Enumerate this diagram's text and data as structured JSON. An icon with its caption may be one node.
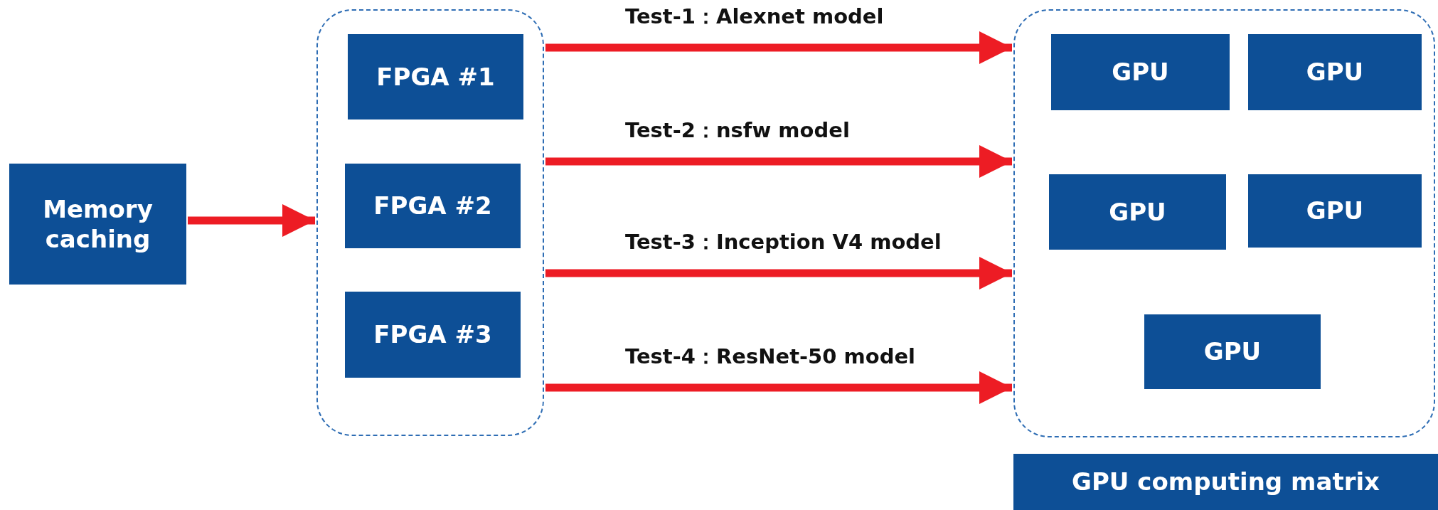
{
  "diagram": {
    "nodes": [
      {
        "text": [
          "Memory caching"
        ]
      },
      {
        "text": [],
        "shape": "box"
      },
      {
        "text": [
          "FPGA #1"
        ],
        "in": 1
      },
      {
        "text": [
          "FPGA #2"
        ],
        "in": 1
      },
      {
        "text": [
          "FPGA #3"
        ],
        "in": 1
      },
      {
        "text": [],
        "shape": "box"
      },
      {
        "text": [
          "GPU"
        ],
        "in": 5
      },
      {
        "text": [
          "GPU"
        ],
        "in": 5
      },
      {
        "text": [
          "GPU"
        ],
        "in": 5
      },
      {
        "text": [
          "GPU"
        ],
        "in": 5
      },
      {
        "text": [
          "GPU"
        ],
        "in": 5
      },
      {
        "text": [
          "GPU computing matrix"
        ]
      }
    ],
    "edges": [
      {
        "from": 0,
        "to": 1,
        "arrow": "to"
      },
      {
        "from": 1,
        "to": 5,
        "arrow": "to",
        "label": "Test-1：Alexnet model"
      },
      {
        "from": 1,
        "to": 5,
        "arrow": "to",
        "label": "Test-2：nsfw model"
      },
      {
        "from": 1,
        "to": 5,
        "arrow": "to",
        "label": "Test-3：Inception V4 model"
      },
      {
        "from": 1,
        "to": 5,
        "arrow": "to",
        "label": "Test-4：ResNet-50 model"
      }
    ]
  }
}
